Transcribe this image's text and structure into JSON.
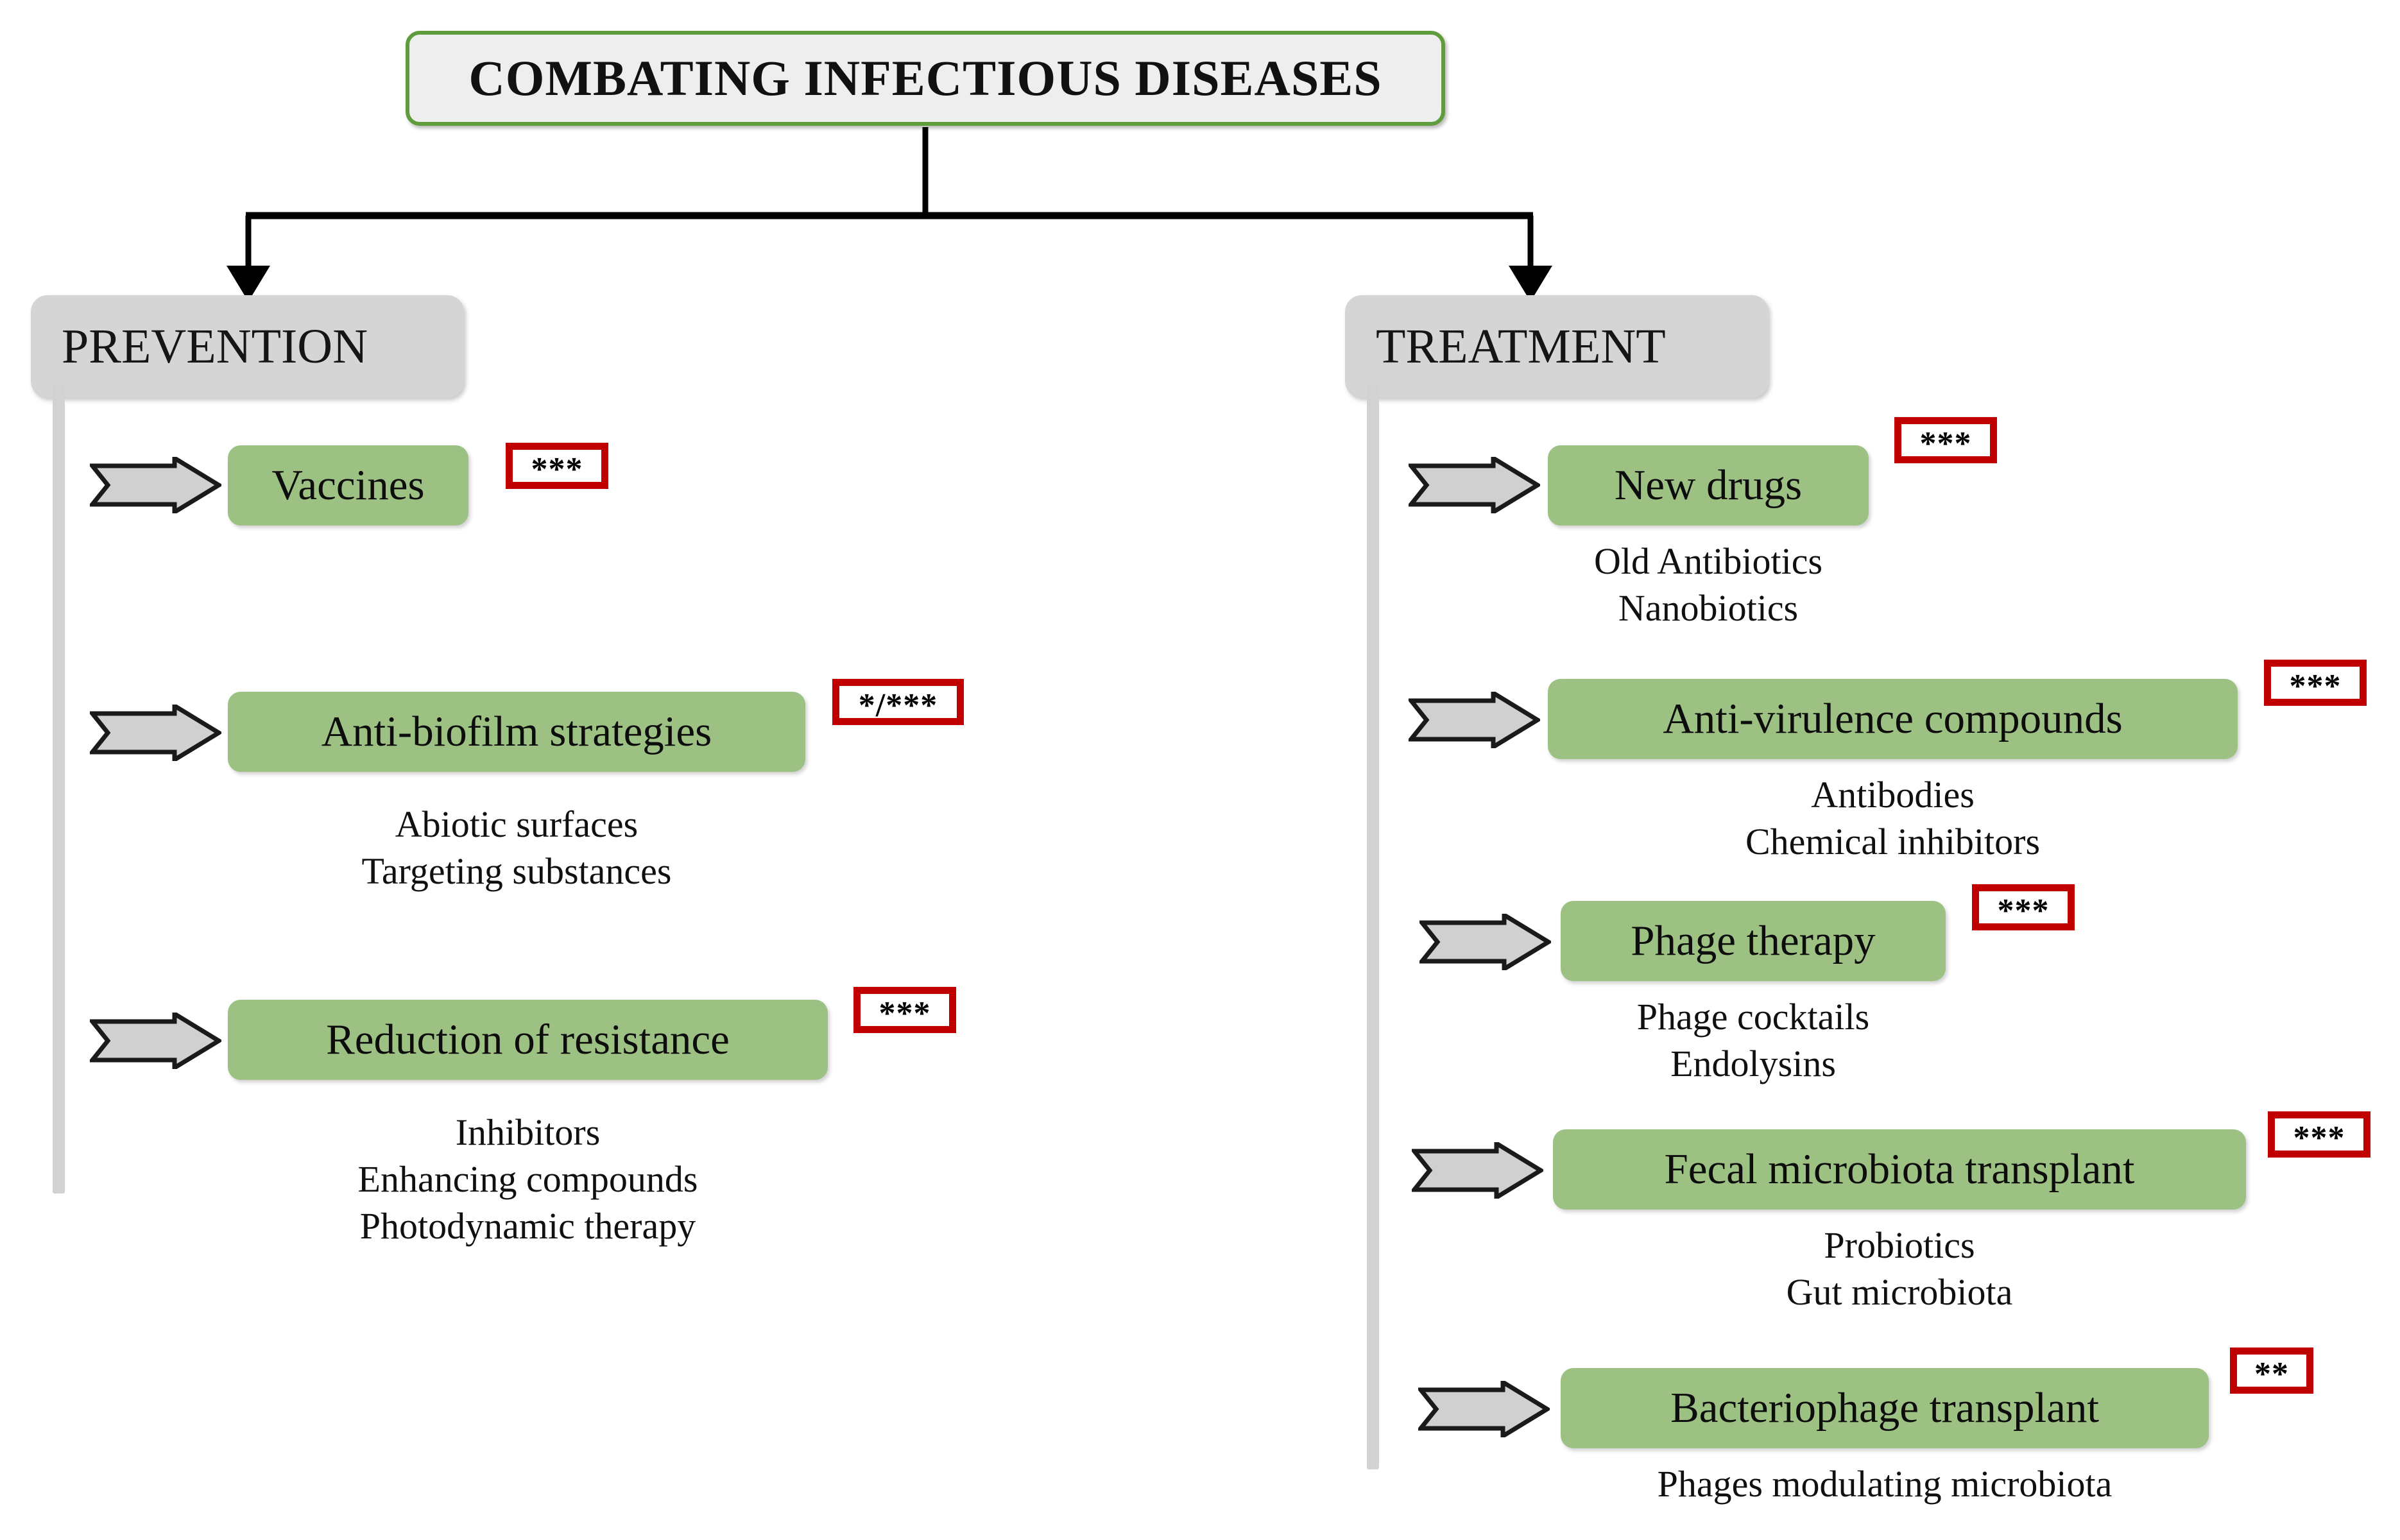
{
  "title": {
    "text": "COMBATING INFECTIOUS DISEASES"
  },
  "colors": {
    "title_fill": "#EEEEEE",
    "title_border": "#5E9C3C",
    "branch_fill": "#D5D5D5",
    "spine": "#D2D2D2",
    "green_box": "#9CC183",
    "badge_border": "#C00000",
    "badge_fill": "#FFFFFF",
    "text": "#111111",
    "arrow_fill": "#D0D0D0",
    "arrow_stroke": "#1A1A1A",
    "connector": "#000000"
  },
  "branches": [
    {
      "id": "prevention",
      "label": "PREVENTION",
      "items": [
        {
          "label": "Vaccines",
          "badge": "***",
          "subitems": []
        },
        {
          "label": "Anti-biofilm strategies",
          "badge": "*/***",
          "subitems": [
            "Abiotic surfaces",
            "Targeting substances"
          ]
        },
        {
          "label": "Reduction of resistance",
          "badge": "***",
          "subitems": [
            "Inhibitors",
            "Enhancing compounds",
            "Photodynamic therapy"
          ]
        }
      ]
    },
    {
      "id": "treatment",
      "label": "TREATMENT",
      "items": [
        {
          "label": "New drugs",
          "badge": "***",
          "subitems": [
            "Old Antibiotics",
            "Nanobiotics"
          ]
        },
        {
          "label": "Anti-virulence compounds",
          "badge": "***",
          "subitems": [
            "Antibodies",
            "Chemical inhibitors"
          ]
        },
        {
          "label": "Phage therapy",
          "badge": "***",
          "subitems": [
            "Phage cocktails",
            "Endolysins"
          ]
        },
        {
          "label": "Fecal microbiota transplant",
          "badge": "***",
          "subitems": [
            "Probiotics",
            "Gut microbiota"
          ]
        },
        {
          "label": "Bacteriophage transplant",
          "badge": "**",
          "subitems": [
            "Phages modulating microbiota"
          ]
        }
      ]
    }
  ]
}
